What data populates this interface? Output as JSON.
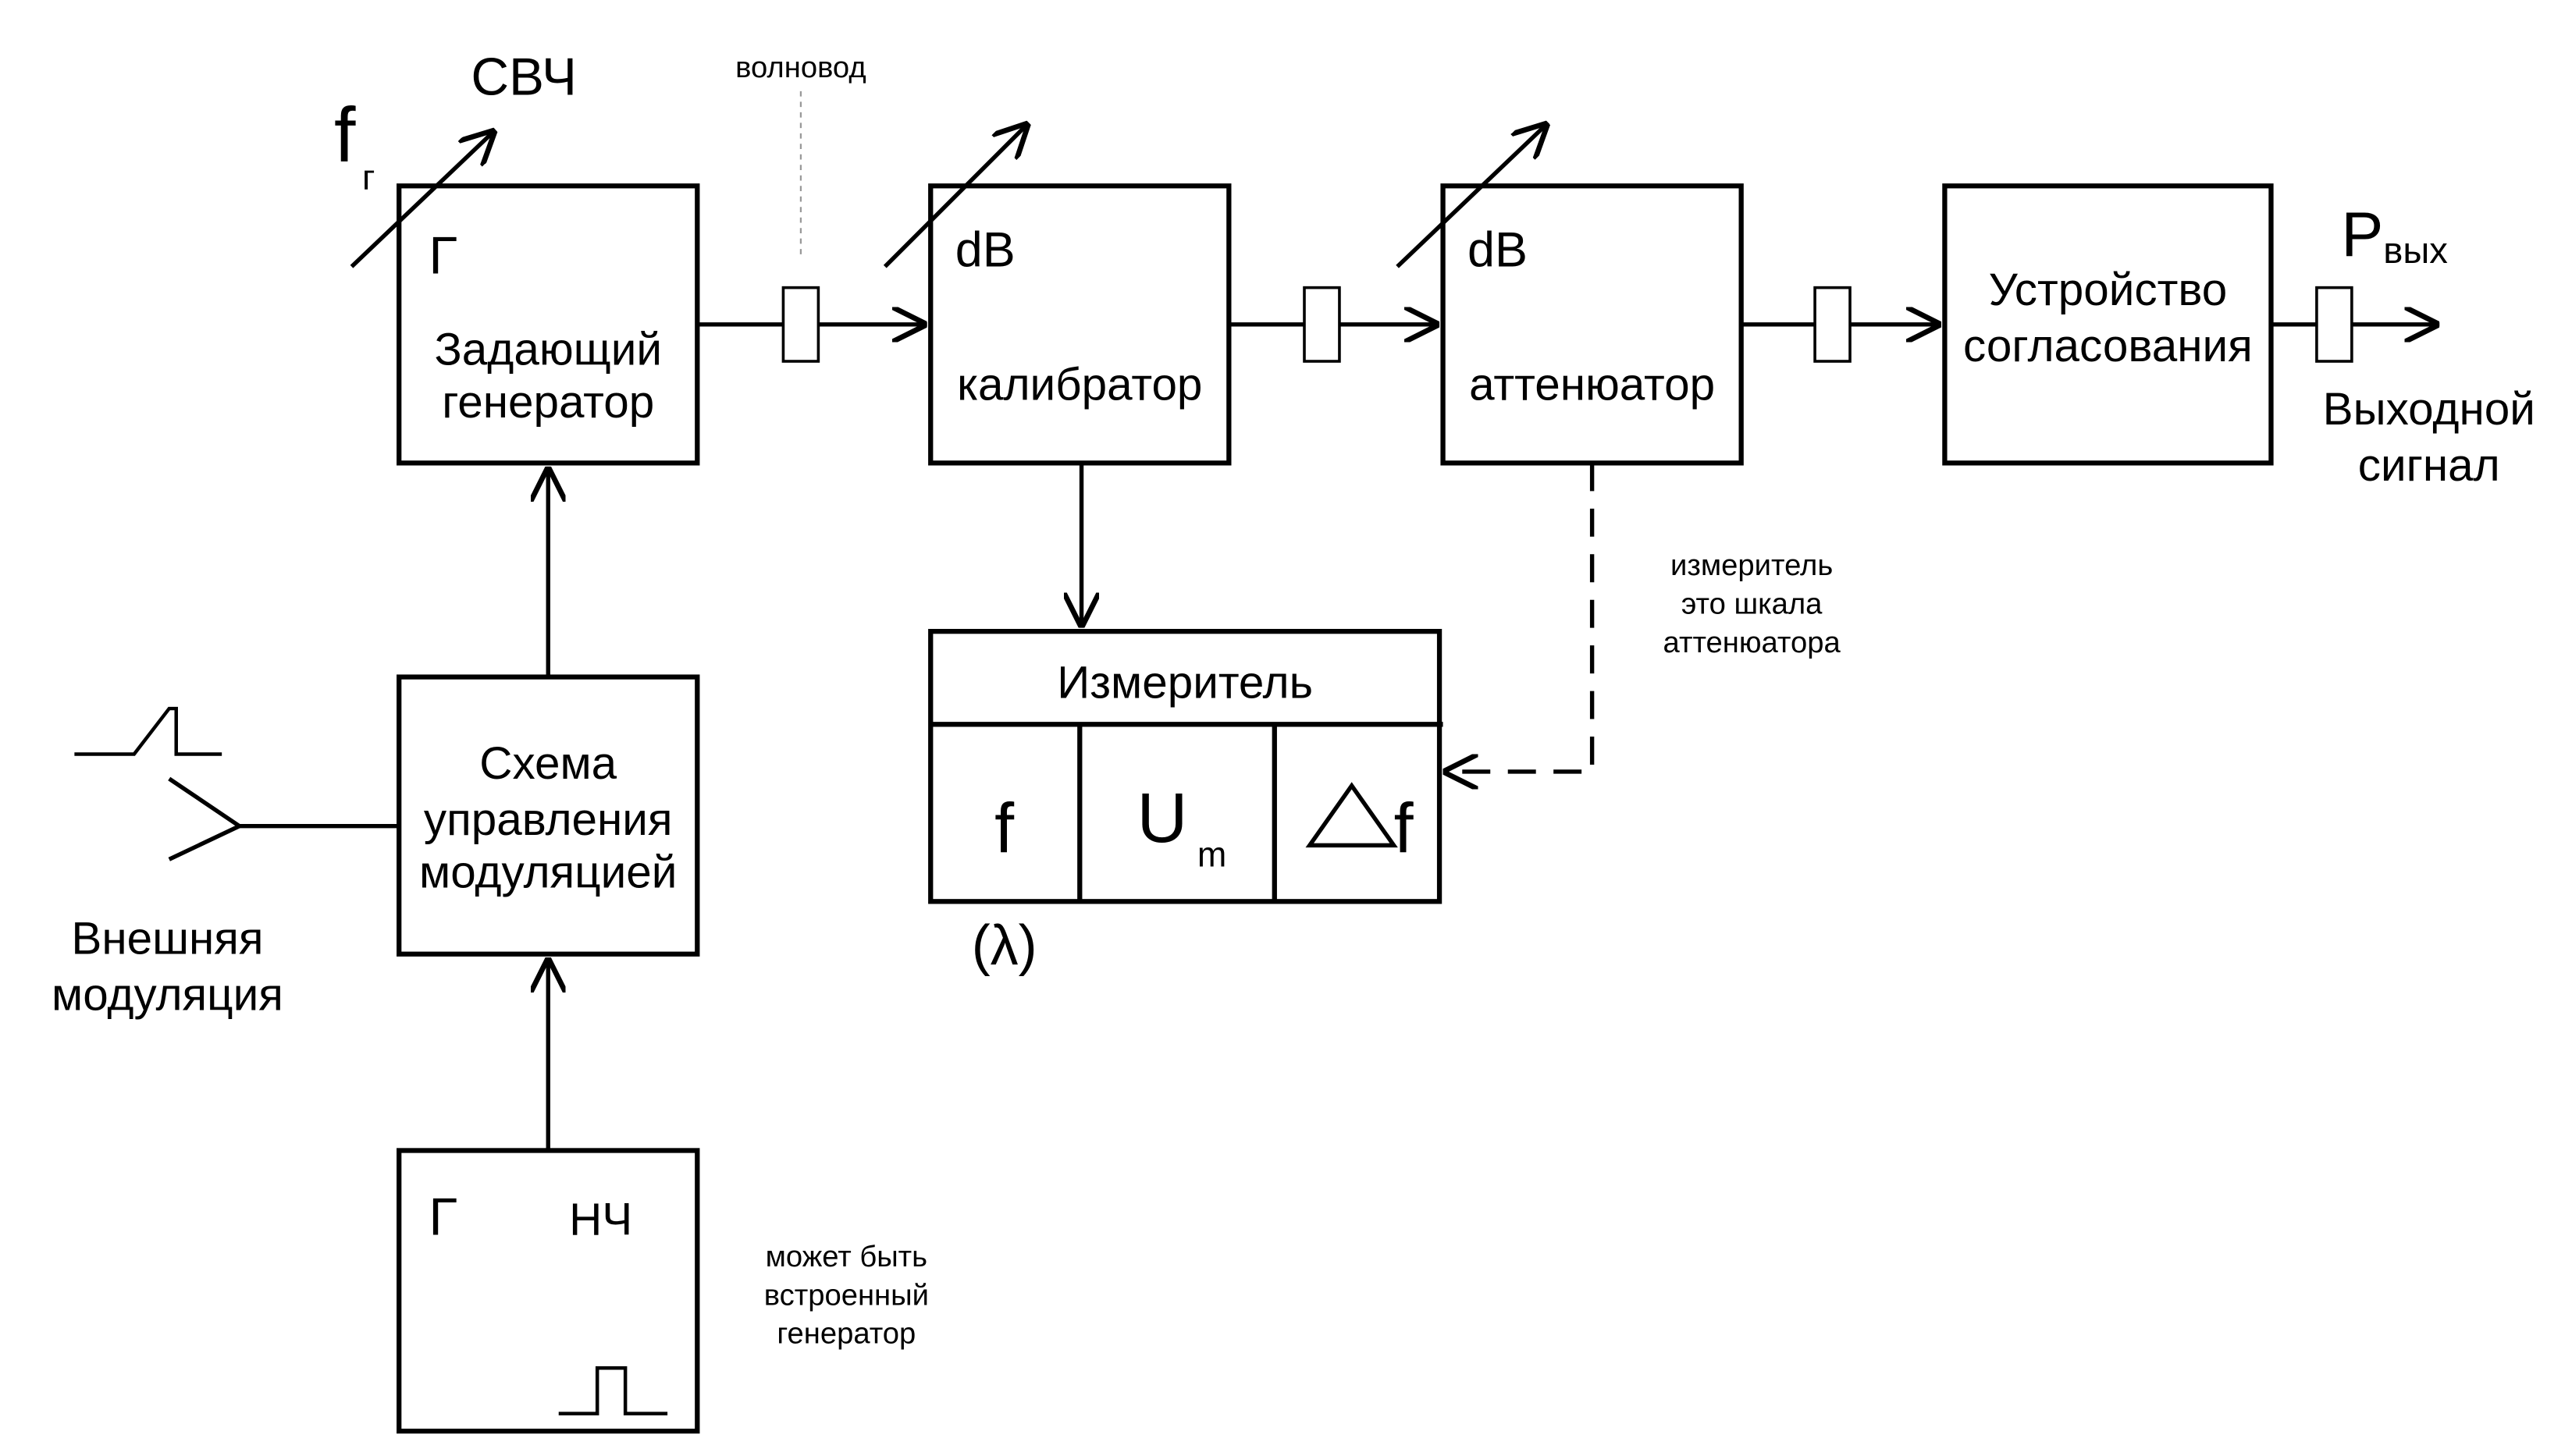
{
  "colors": {
    "ink": "#000000",
    "guide": "#999999",
    "background": "#ffffff"
  },
  "master_generator": {
    "symbol": "Г",
    "name_line1": "Задающий",
    "name_line2": "генератор",
    "freq_symbol": "f",
    "freq_subscript": "г",
    "band": "СВЧ"
  },
  "waveguide_label": "волновод",
  "calibrator": {
    "unit": "dB",
    "name": "калибратор"
  },
  "attenuator": {
    "unit": "dB",
    "name": "аттенюатор"
  },
  "matching_device": {
    "line1": "Устройство",
    "line2": "согласования"
  },
  "output": {
    "power_symbol": "P",
    "power_subscript": "вых",
    "label_line1": "Выходной",
    "label_line2": "сигнал"
  },
  "meter": {
    "title": "Измеритель",
    "cell_f": "f",
    "cell_u": "U",
    "cell_u_subscript": "m",
    "cell_df_symbol": "f",
    "lambda_note": "(λ)"
  },
  "meter_note": {
    "line1": "измеритель",
    "line2": "это шкала",
    "line3": "аттенюатора"
  },
  "modulation_control": {
    "line1": "Схема",
    "line2": "управления",
    "line3": "модуляцией"
  },
  "external_modulation": {
    "line1": "Внешняя",
    "line2": "модуляция"
  },
  "lf_generator": {
    "symbol": "Г",
    "band": "НЧ"
  },
  "builtin_note": {
    "line1": "может быть",
    "line2": "встроенный",
    "line3": "генератор"
  }
}
